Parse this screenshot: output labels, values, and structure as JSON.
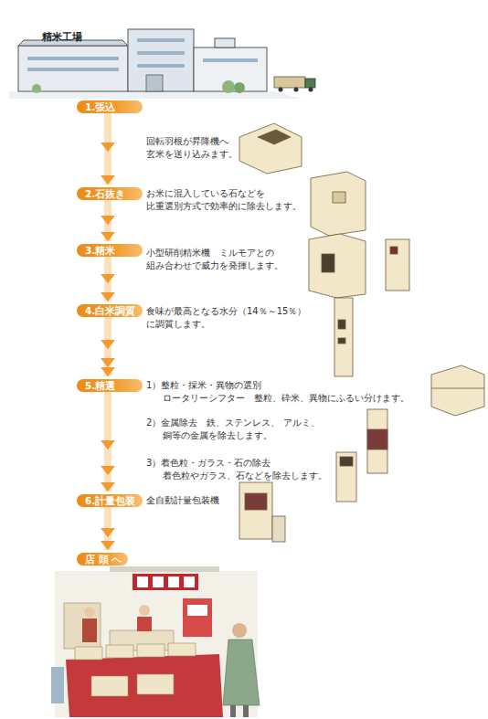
{
  "diagram": {
    "nodes": [
      {
        "text": [
          "1.張込"
        ]
      },
      {
        "text": [
          "2.石抜き"
        ]
      },
      {
        "text": [
          "3.精米"
        ]
      },
      {
        "text": [
          "4.白米調質"
        ]
      },
      {
        "text": [
          "5.精選"
        ]
      },
      {
        "text": [
          "6.計量包装"
        ]
      },
      {
        "text": [
          "店 頭 へ"
        ]
      }
    ],
    "edges": [
      {
        "from": 0,
        "to": 1,
        "arrow": "to"
      },
      {
        "from": 1,
        "to": 2,
        "arrow": "to"
      },
      {
        "from": 2,
        "to": 3,
        "arrow": "to"
      },
      {
        "from": 3,
        "to": 4,
        "arrow": "to"
      },
      {
        "from": 4,
        "to": 5,
        "arrow": "to"
      },
      {
        "from": 5,
        "to": 6,
        "arrow": "to"
      }
    ],
    "labels": [
      "精米工場",
      "回転羽根が昇降機へ 玄米を送り込みます。",
      "お米に混入している石などを 比重選別方式で効率的に除去します。",
      "小型研削精米機　ミルモアとの 組み合わせで威力を発揮します。",
      "食味が最高となる水分（14％～15％） に調質します。",
      "1）整粒・採米・異物の選別",
      "ロータリーシフター　整粒、砕米、異物にふるい分けます。",
      "2）金属除去　鉄、ステンレス、 アルミ、銅等の金属を除去します。",
      "3）着色粒・ガラス・石の除去 着色粒やガラス、石などを除去します。",
      "全自動計量包装機"
    ]
  }
}
